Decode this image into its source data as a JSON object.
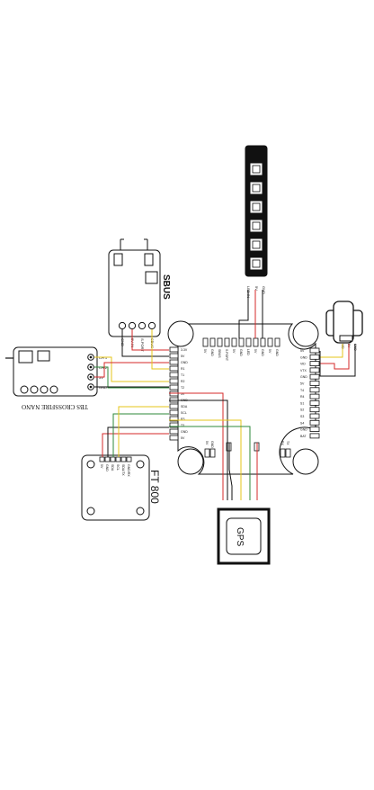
{
  "labels": {
    "sbus": "SBUS",
    "crossfire": "TBS CROSSFIRE NANO",
    "ft800": "FT 800",
    "gps": "GPS"
  },
  "crossfire_pins": [
    "CH 1",
    "CH 2",
    "5V",
    "GND"
  ],
  "sbus_pins": [
    "GND",
    "5V IN",
    "S.PORT",
    "SBUS"
  ],
  "ft800_pins": [
    "5V",
    "GND",
    "SDA",
    "SCL",
    "SDA/TX",
    "GND/RX"
  ],
  "led_pins": [
    "LED IN",
    "5V",
    "GND"
  ],
  "camera_pins": [
    "VID",
    "5V",
    "GND"
  ],
  "fc_left_pins": [
    "3.3V",
    "5V",
    "GND",
    "R1",
    "T1",
    "R2",
    "T2",
    "5V",
    "GND",
    "SDA",
    "SCL",
    "R3",
    "T3",
    "GND",
    "5V"
  ],
  "fc_top_pins": [
    "5V",
    "GND",
    "SBUS",
    "S.PORT",
    "5V",
    "GND",
    "LED",
    "5V",
    "GND",
    "5V",
    "GND"
  ],
  "fc_right_pins": [
    "5V",
    "GND",
    "VID",
    "VTX",
    "GND",
    "5V",
    "T4",
    "R4",
    "S1",
    "S2",
    "S3",
    "S4",
    "GND",
    "BAT"
  ],
  "fc_bottom_pins": [
    "5V",
    "GND",
    "RX",
    "TX"
  ],
  "colors": {
    "red": "#d62a2a",
    "yellow": "#e6c619",
    "green": "#2d8a3a",
    "black": "#111111"
  }
}
